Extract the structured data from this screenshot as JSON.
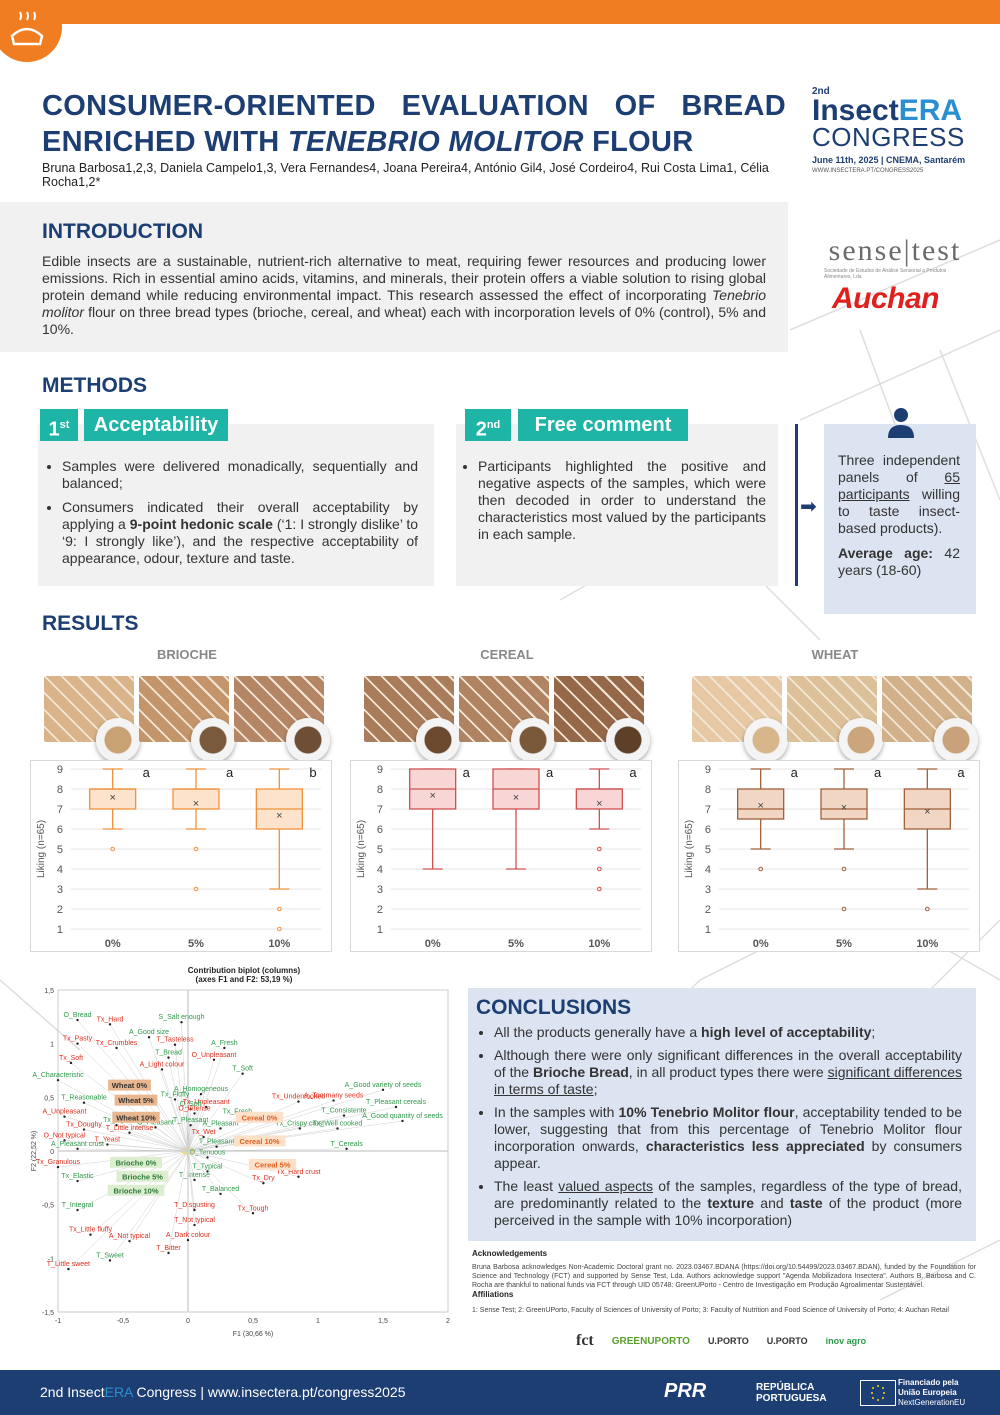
{
  "header": {
    "title_line1": "CONSUMER-ORIENTED EVALUATION OF BREAD",
    "title_line2_pre": "ENRICHED WITH ",
    "title_line2_italic": "TENEBRIO MOLITOR",
    "title_line2_post": " FLOUR",
    "authors": "Bruna Barbosa1,2,3, Daniela Campelo1,3, Vera Fernandes4, Joana Pereira4, António Gil4, José Cordeiro4, Rui Costa Lima1, Célia Rocha1,2*"
  },
  "congress": {
    "edition": "2nd",
    "name_a": "Insect",
    "name_b": "ERA",
    "congress": "CONGRESS",
    "date": "June 11th, 2025 | CNEMA, Santarém",
    "url": "WWW.INSECTERA.PT/CONGRESS2025"
  },
  "sponsors": {
    "sensetest": "sense|test",
    "sensetest_sub": "Sociedade de Estudos de Análise Sensorial a Produtos Alimentares, Lda",
    "auchan": "Auchan"
  },
  "introduction": {
    "heading": "INTRODUCTION",
    "p1": "Edible insects are a sustainable, nutrient-rich alternative to meat, requiring fewer resources and producing lower emissions. Rich in essential amino acids, vitamins, and minerals, their protein offers a viable solution to rising global protein demand while reducing environmental impact. This research assessed the effect of incorporating ",
    "p_italic": "Tenebrio molitor",
    "p2": " flour on three bread types (brioche, cereal, and wheat) each with incorporation levels of 0% (control), 5% and 10%."
  },
  "methods": {
    "heading": "METHODS",
    "m1_num": "1",
    "m1_sup": "st",
    "m1_title": "Acceptability",
    "m1_b1": "Samples were delivered monadically, sequentially and balanced;",
    "m1_b2_pre": "Consumers indicated their overall acceptability by applying a ",
    "m1_b2_bold": "9-point hedonic scale",
    "m1_b2_post": " (‘1: I strongly dislike’ to ‘9: I strongly like’), and the respective acceptability of appearance, odour, texture and taste.",
    "m2_num": "2",
    "m2_sup": "nd",
    "m2_title": "Free comment",
    "m2_b1": "Participants highlighted the positive and negative aspects of the samples, which were then decoded in order to understand the characteristics most valued by the participants in each sample.",
    "panel_pre": "Three independent panels of ",
    "panel_u": "65 participants",
    "panel_post": " willing to taste insect-based products).",
    "age_bold": "Average age:",
    "age_rest": " 42 years (18-60)"
  },
  "results": {
    "heading": "RESULTS"
  },
  "chart_data": [
    {
      "type": "boxplot",
      "title": "BRIOCHE",
      "ylabel": "Liking (n=65)",
      "ylim": [
        1,
        9
      ],
      "categories": [
        "0%",
        "5%",
        "10%"
      ],
      "color": "#f0913a",
      "fill": "#fde3cc",
      "boxes": [
        {
          "min": 6,
          "q1": 7,
          "median": 8,
          "q3": 8,
          "max": 9,
          "mean": 7.6,
          "outliers": [
            5
          ],
          "letter": "a"
        },
        {
          "min": 6,
          "q1": 7,
          "median": 8,
          "q3": 8,
          "max": 9,
          "mean": 7.3,
          "outliers": [
            5,
            3
          ],
          "letter": "a"
        },
        {
          "min": 3,
          "q1": 6,
          "median": 7,
          "q3": 8,
          "max": 9,
          "mean": 6.7,
          "outliers": [
            2,
            1
          ],
          "letter": "b"
        }
      ]
    },
    {
      "type": "boxplot",
      "title": "CEREAL",
      "ylabel": "Liking (n=65)",
      "ylim": [
        1,
        9
      ],
      "categories": [
        "0%",
        "5%",
        "10%"
      ],
      "color": "#d05050",
      "fill": "#f8d6d6",
      "boxes": [
        {
          "min": 4,
          "q1": 7,
          "median": 8,
          "q3": 9,
          "max": 9,
          "mean": 7.7,
          "outliers": [],
          "letter": "a"
        },
        {
          "min": 4,
          "q1": 7,
          "median": 8,
          "q3": 9,
          "max": 9,
          "mean": 7.6,
          "outliers": [],
          "letter": "a"
        },
        {
          "min": 6,
          "q1": 7,
          "median": 8,
          "q3": 8,
          "max": 9,
          "mean": 7.3,
          "outliers": [
            5,
            4,
            3
          ],
          "letter": "a"
        }
      ]
    },
    {
      "type": "boxplot",
      "title": "WHEAT",
      "ylabel": "Liking (n=65)",
      "ylim": [
        1,
        9
      ],
      "categories": [
        "0%",
        "5%",
        "10%"
      ],
      "color": "#a0603a",
      "fill": "#f1d7c3",
      "boxes": [
        {
          "min": 5,
          "q1": 6.5,
          "median": 7,
          "q3": 8,
          "max": 9,
          "mean": 7.2,
          "outliers": [
            4
          ],
          "letter": "a"
        },
        {
          "min": 5,
          "q1": 6.5,
          "median": 7,
          "q3": 8,
          "max": 9,
          "mean": 7.1,
          "outliers": [
            4,
            2
          ],
          "letter": "a"
        },
        {
          "min": 3,
          "q1": 6,
          "median": 7,
          "q3": 8,
          "max": 9,
          "mean": 6.9,
          "outliers": [
            2
          ],
          "letter": "a"
        }
      ]
    },
    {
      "type": "scatter",
      "title": "Contribution biplot (columns)",
      "subtitle": "(axes F1 and F2: 53,19 %)",
      "xlabel": "F1 (30,66 %)",
      "ylabel": "F2 (22,52 %)",
      "xlim": [
        -1,
        2
      ],
      "ylim": [
        -1.5,
        1.5
      ],
      "xticks": [
        "-1",
        "-0,5",
        "0",
        "0,5",
        "1",
        "1,5",
        "2"
      ],
      "yticks": [
        "1,5",
        "1",
        "0,5",
        "0",
        "-0,5",
        "-1",
        "-1,5"
      ],
      "points": [
        {
          "label": "O_Bread",
          "x": -0.85,
          "y": 1.22,
          "c": "#2e9a4a"
        },
        {
          "label": "Tx_Hard",
          "x": -0.6,
          "y": 1.18,
          "c": "#e0301e"
        },
        {
          "label": "S_Salt enough",
          "x": -0.05,
          "y": 1.2,
          "c": "#2e9a4a"
        },
        {
          "label": "A_Good size",
          "x": -0.3,
          "y": 1.06,
          "c": "#2e9a4a"
        },
        {
          "label": "Tx_Pasty",
          "x": -0.85,
          "y": 1.0,
          "c": "#e0301e"
        },
        {
          "label": "Tx_Crumbles",
          "x": -0.55,
          "y": 0.96,
          "c": "#e0301e"
        },
        {
          "label": "T_Tasteless",
          "x": -0.1,
          "y": 0.99,
          "c": "#e0301e"
        },
        {
          "label": "A_Fresh",
          "x": 0.28,
          "y": 0.96,
          "c": "#2e9a4a"
        },
        {
          "label": "T_Bread",
          "x": -0.15,
          "y": 0.87,
          "c": "#2e9a4a"
        },
        {
          "label": "O_Unpleasant",
          "x": 0.2,
          "y": 0.85,
          "c": "#e0301e"
        },
        {
          "label": "Tx_Soft",
          "x": -0.9,
          "y": 0.82,
          "c": "#e0301e"
        },
        {
          "label": "A_Light colour",
          "x": -0.2,
          "y": 0.76,
          "c": "#e0301e"
        },
        {
          "label": "T_Soft",
          "x": 0.42,
          "y": 0.72,
          "c": "#2e9a4a"
        },
        {
          "label": "A_Characteristic",
          "x": -1.0,
          "y": 0.66,
          "c": "#2e9a4a"
        },
        {
          "label": "A_Homogeneous",
          "x": 0.1,
          "y": 0.53,
          "c": "#2e9a4a"
        },
        {
          "label": "Tx_Fluffy",
          "x": -0.1,
          "y": 0.48,
          "c": "#2e9a4a"
        },
        {
          "label": "A_Good variety of seeds",
          "x": 1.5,
          "y": 0.57,
          "c": "#2e9a4a"
        },
        {
          "label": "Tx_Undercooked",
          "x": 0.85,
          "y": 0.46,
          "c": "#e0301e"
        },
        {
          "label": "A_Too many seeds",
          "x": 1.12,
          "y": 0.47,
          "c": "#e0301e"
        },
        {
          "label": "T_Reasonable",
          "x": -0.8,
          "y": 0.45,
          "c": "#2e9a4a"
        },
        {
          "label": "Tx_Unpleasant",
          "x": 0.14,
          "y": 0.41,
          "c": "#e0301e"
        },
        {
          "label": "O_Soft",
          "x": 0.02,
          "y": 0.39,
          "c": "#2e9a4a"
        },
        {
          "label": "T_Pleasant cereals",
          "x": 1.6,
          "y": 0.41,
          "c": "#2e9a4a"
        },
        {
          "label": "O_Intense",
          "x": 0.05,
          "y": 0.35,
          "c": "#e0301e"
        },
        {
          "label": "A_Unpleasant",
          "x": -0.95,
          "y": 0.32,
          "c": "#e0301e"
        },
        {
          "label": "Tx_Fresh",
          "x": 0.38,
          "y": 0.32,
          "c": "#2e9a4a"
        },
        {
          "label": "T_Consistente",
          "x": 1.2,
          "y": 0.33,
          "c": "#2e9a4a"
        },
        {
          "label": "A_Good quantity of seeds",
          "x": 1.65,
          "y": 0.28,
          "c": "#2e9a4a"
        },
        {
          "label": "Tx_Light",
          "x": -0.55,
          "y": 0.24,
          "c": "#2e9a4a"
        },
        {
          "label": "O_Pleasant",
          "x": -0.25,
          "y": 0.22,
          "c": "#2e9a4a"
        },
        {
          "label": "T_Pleasant",
          "x": 0.02,
          "y": 0.24,
          "c": "#2e9a4a"
        },
        {
          "label": "A_Pleasant",
          "x": 0.25,
          "y": 0.21,
          "c": "#2e9a4a"
        },
        {
          "label": "Tx_Crispy crust",
          "x": 0.86,
          "y": 0.21,
          "c": "#2e9a4a"
        },
        {
          "label": "Tx_Well cooked",
          "x": 1.15,
          "y": 0.21,
          "c": "#2e9a4a"
        },
        {
          "label": "Tx_Doughy",
          "x": -0.8,
          "y": 0.2,
          "c": "#e0301e"
        },
        {
          "label": "T_Little intense",
          "x": -0.45,
          "y": 0.17,
          "c": "#e0301e"
        },
        {
          "label": "Tx_Wet",
          "x": 0.12,
          "y": 0.13,
          "c": "#e0301e"
        },
        {
          "label": "O_Not typical",
          "x": -0.95,
          "y": 0.1,
          "c": "#e0301e"
        },
        {
          "label": "T_Yeast",
          "x": -0.62,
          "y": 0.06,
          "c": "#e0301e"
        },
        {
          "label": "T_Pleasant",
          "x": 0.22,
          "y": 0.04,
          "c": "#2e9a4a"
        },
        {
          "label": "A_Pleasant crust",
          "x": -0.85,
          "y": 0.02,
          "c": "#2e9a4a"
        },
        {
          "label": "T_Cereals",
          "x": 1.22,
          "y": 0.02,
          "c": "#2e9a4a"
        },
        {
          "label": "O_Tenuous",
          "x": 0.15,
          "y": -0.06,
          "c": "#2e9a4a"
        },
        {
          "label": "Tx_Granulous",
          "x": -1.0,
          "y": -0.15,
          "c": "#e0301e"
        },
        {
          "label": "T_Typical",
          "x": 0.15,
          "y": -0.19,
          "c": "#2e9a4a"
        },
        {
          "label": "Tx_Hard crust",
          "x": 0.85,
          "y": -0.24,
          "c": "#e0301e"
        },
        {
          "label": "Tx_Elastic",
          "x": -0.85,
          "y": -0.28,
          "c": "#2e9a4a"
        },
        {
          "label": "T_Intense",
          "x": 0.05,
          "y": -0.27,
          "c": "#2e9a4a"
        },
        {
          "label": "Tx_Dry",
          "x": 0.58,
          "y": -0.3,
          "c": "#e0301e"
        },
        {
          "label": "T_Balanced",
          "x": 0.25,
          "y": -0.4,
          "c": "#2e9a4a"
        },
        {
          "label": "T_Integral",
          "x": -0.85,
          "y": -0.55,
          "c": "#2e9a4a"
        },
        {
          "label": "T_Disgusting",
          "x": 0.05,
          "y": -0.55,
          "c": "#e0301e"
        },
        {
          "label": "Tx_Tough",
          "x": 0.5,
          "y": -0.58,
          "c": "#e0301e"
        },
        {
          "label": "T_Not typical",
          "x": 0.05,
          "y": -0.69,
          "c": "#e0301e"
        },
        {
          "label": "Tx_Little fluffy",
          "x": -0.75,
          "y": -0.78,
          "c": "#e0301e"
        },
        {
          "label": "A_Dark colour",
          "x": 0.0,
          "y": -0.83,
          "c": "#e0301e"
        },
        {
          "label": "A_Not typical",
          "x": -0.45,
          "y": -0.84,
          "c": "#e0301e"
        },
        {
          "label": "T_Bitter",
          "x": -0.15,
          "y": -0.95,
          "c": "#e0301e"
        },
        {
          "label": "T_Sweet",
          "x": -0.6,
          "y": -1.02,
          "c": "#2e9a4a"
        },
        {
          "label": "T_Little sweet",
          "x": -0.92,
          "y": -1.1,
          "c": "#e0301e"
        }
      ],
      "samples": [
        {
          "label": "Wheat 0%",
          "x": -0.45,
          "y": 0.6
        },
        {
          "label": "Wheat 5%",
          "x": -0.4,
          "y": 0.46
        },
        {
          "label": "Wheat 10%",
          "x": -0.4,
          "y": 0.3
        },
        {
          "label": "Cereal 0%",
          "x": 0.55,
          "y": 0.3
        },
        {
          "label": "Cereal 10%",
          "x": 0.55,
          "y": 0.08
        },
        {
          "label": "Cereal 5%",
          "x": 0.65,
          "y": -0.14
        },
        {
          "label": "Brioche 0%",
          "x": -0.4,
          "y": -0.12
        },
        {
          "label": "Brioche 5%",
          "x": -0.35,
          "y": -0.25
        },
        {
          "label": "Brioche 10%",
          "x": -0.4,
          "y": -0.38
        }
      ]
    }
  ],
  "conclusions": {
    "heading": "CONCLUSIONS",
    "c1_pre": "All the products generally have a ",
    "c1_bold": "high level of acceptability",
    "c1_post": ";",
    "c2_pre": "Although there were only significant differences in the overall acceptability of the ",
    "c2_bold": "Brioche Bread",
    "c2_mid": ", in all product types there were ",
    "c2_u": "significant differences in terms of taste",
    "c2_post": ";",
    "c3_pre": "In the samples with ",
    "c3_bold": "10% Tenebrio Molitor flour",
    "c3_mid": ", acceptability tended to be lower, suggesting that from this percentage of Tenebrio Molitor flour incorporation onwards, ",
    "c3_bold2": "characteristics less appreciated",
    "c3_post": " by consumers appear.",
    "c4_pre": "The least ",
    "c4_u": "valued aspects",
    "c4_mid": " of the samples, regardless of the type of bread, are predominantly related to the ",
    "c4_b1": "texture",
    "c4_and": " and ",
    "c4_b2": "taste",
    "c4_post": " of the product (more perceived in the sample with 10% incorporation)"
  },
  "acknowledgements": {
    "heading": "Acknowledgements",
    "text": "Bruna Barbosa acknowledges Non-Academic Doctoral grant no. 2023.03467.BDANA (https://doi.org/10.54499/2023.03467.BDAN), funded by the Foundation for Science and Technology (FCT) and supported by Sense Test, Lda. Authors acknowledge support \"Agenda Mobilizadora Insectera\". Authors B. Barbosa and C. Rocha are thankful to national funds via FCT through UID 05748: GreenUPorto - Centro de Investigação em Produção Agroalimentar Sustentável.",
    "aff_heading": "Affiliations",
    "aff_text": "1: Sense Test; 2: GreenUPorto, Faculty of Sciences of University of Porto; 3: Faculty of Nutrition and Food Science of University of Porto; 4: Auchan Retail",
    "logos": [
      "fct",
      "GREENUPORTO",
      "U.PORTO",
      "U.PORTO",
      "inov agro"
    ]
  },
  "footer": {
    "pre": "2nd Insect",
    "era": "ERA",
    "post": " Congress | www.insectera.pt/congress2025",
    "prr": "PRR",
    "rep": "REPÚBLICA PORTUGUESA",
    "eu1": "Financiado pela",
    "eu2": "União Europeia",
    "eu3": "NextGenerationEU"
  }
}
